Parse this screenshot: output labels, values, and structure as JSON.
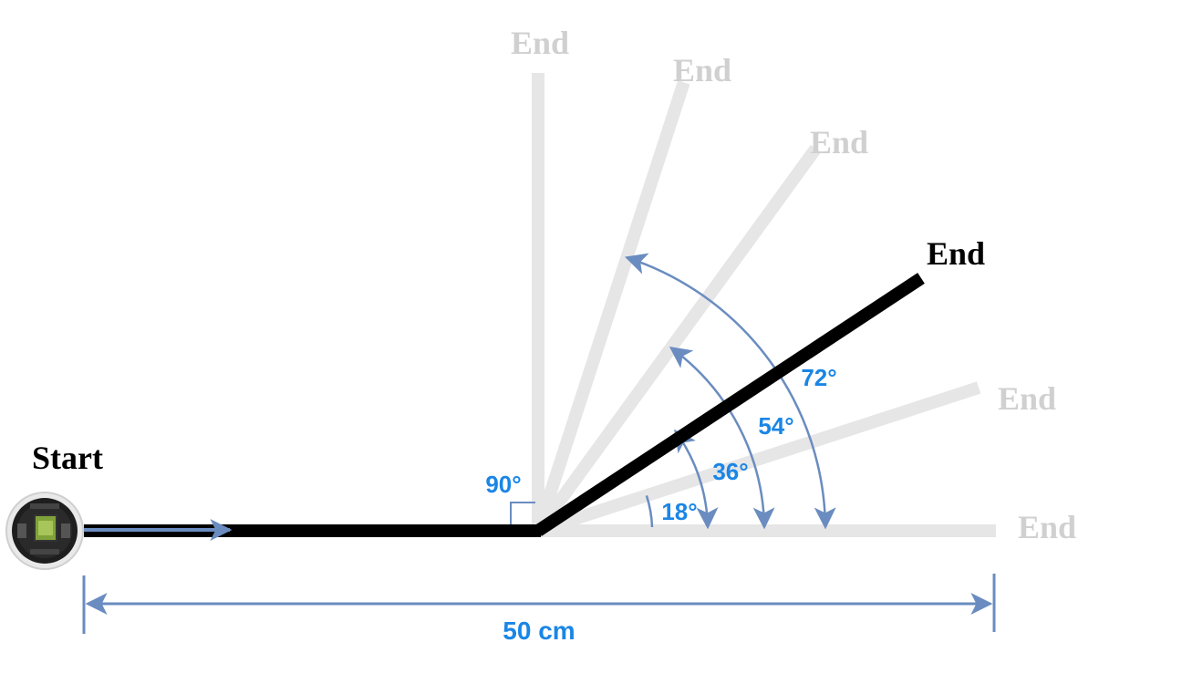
{
  "labels": {
    "start": "Start",
    "end": "End",
    "dimension": "50 cm"
  },
  "angles": [
    {
      "value": 0,
      "text": ""
    },
    {
      "value": 18,
      "text": "18°"
    },
    {
      "value": 36,
      "text": "36°"
    },
    {
      "value": 54,
      "text": "54°"
    },
    {
      "value": 72,
      "text": "72°"
    },
    {
      "value": 90,
      "text": "90°"
    }
  ],
  "highlighted_angle": 36,
  "colors": {
    "active_path": "#000000",
    "inactive_path": "#e6e6e6",
    "inactive_text": "#d0d0d0",
    "active_text": "#000000",
    "arrow": "#6a8cc0",
    "angle_text": "#1a86e6"
  },
  "icons": [
    "robot-icon"
  ]
}
